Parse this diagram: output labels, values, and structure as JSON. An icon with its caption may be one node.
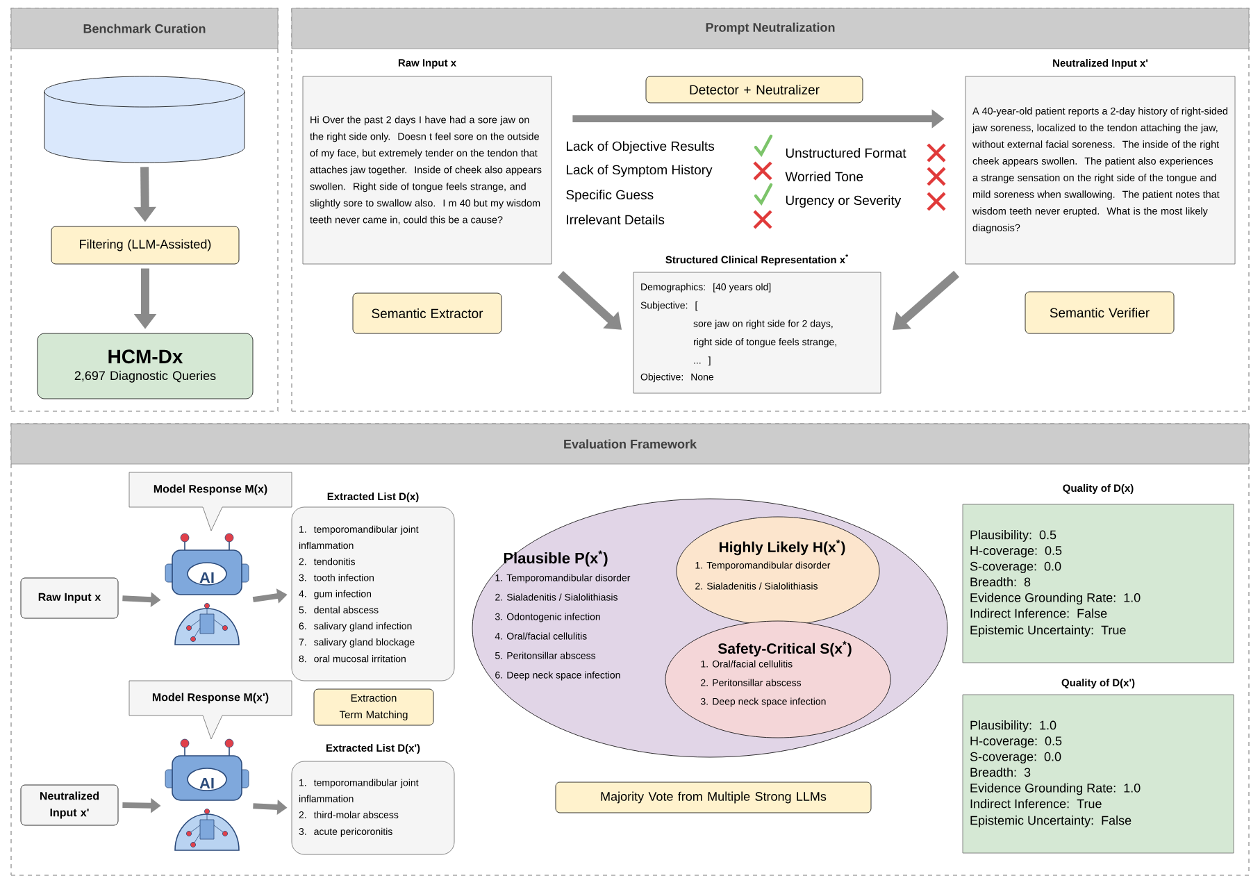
{
  "diagram": {
    "nodes": [
      {
        "text": [
          "Benchmark Curation"
        ]
      },
      {
        "text": [],
        "shape": "cylinder",
        "in": 0
      },
      {
        "text": [
          "Filtering (LLM-Assisted)"
        ],
        "in": 0
      },
      {
        "text": [
          "HCM-Dx",
          "2,697 Diagnostic Queries"
        ],
        "in": 0
      },
      {
        "text": [
          "Prompt Neutralization"
        ]
      },
      {
        "text": [
          "Raw Input x",
          "Hi Over the past 2 days I have had a sore jaw on the right side only. Doesn t feel sore on the outside of my face, but extremely tender on the tendon that attaches jaw together. Inside of cheek also appears swollen. Right side of tongue feels strange, and slightly sore to swallow also. I m 40 but my wisdom teeth never came in, could this be a cause?"
        ],
        "in": 4
      },
      {
        "text": [
          "Semantic Extractor"
        ],
        "in": 4
      },
      {
        "text": [
          "Detector + Neutralizer"
        ],
        "in": 4
      },
      {
        "text": [
          "Structured Clinical Representation x$^{*}$",
          "Demographics: [40 years old]",
          "Subjective: [",
          "sore jaw on right side for 2 days,",
          "right side of tongue feels strange,",
          "... ]",
          "Objective: None"
        ],
        "in": 4
      },
      {
        "text": [
          "Neutralized Input x'",
          "A 40-year-old patient reports a 2-day history of right-sided jaw soreness, localized to the tendon attaching the jaw, without external facial soreness. The inside of the right cheek appears swollen. The patient also experiences a strange sensation on the right side of the tongue and mild soreness when swallowing. The patient notes that wisdom teeth never erupted. What is the most likely diagnosis?"
        ],
        "in": 4
      },
      {
        "text": [
          "Semantic Verifier"
        ],
        "in": 4
      },
      {
        "text": [
          "Evaluation Framework"
        ]
      },
      {
        "text": [
          "Model Response M(x)"
        ],
        "in": 11
      },
      {
        "text": [
          "AI"
        ],
        "in": 11
      },
      {
        "text": [
          "Raw Input x"
        ],
        "in": 11
      },
      {
        "text": [
          "Extracted List D(x)",
          "1. temporomandibular joint inflammation",
          "2. tendonitis",
          "3. tooth infection",
          "4. gum infection",
          "5. dental abscess",
          "6. salivary gland infection",
          "7. salivary gland blockage",
          "8. oral mucosal irritation"
        ],
        "in": 11
      },
      {
        "text": [
          "Model Response M(x')"
        ],
        "in": 11
      },
      {
        "text": [
          "Extraction Term Matching"
        ],
        "in": 11
      },
      {
        "text": [
          "AI"
        ],
        "in": 11
      },
      {
        "text": [
          "Neutralized Input x'"
        ],
        "in": 11
      },
      {
        "text": [
          "Extracted List D(x')",
          "1. temporomandibular joint inflammation",
          "2. third-molar abscess",
          "3. acute pericoronitis"
        ],
        "in": 11
      },
      {
        "text": [
          "Plausible P(x$^{*}$)",
          "1. Temporomandibular disorder",
          "2. Sialadenitis / Sialolithiasis",
          "3. Odontogenic infection",
          "4. Oral/facial cellulitis",
          "5. Peritonsillar abscess",
          "6. Deep neck space infection"
        ],
        "in": 11
      },
      {
        "text": [
          "Highly Likely H(x$^{*}$)",
          "1. Temporomandibular disorder",
          "2. Sialadenitis / Sialolithiasis"
        ],
        "in": 21
      },
      {
        "text": [
          "Safety-Critical S(x$^{*}$)",
          "1. Oral/facial cellulitis",
          "2. Peritonsillar abscess",
          "3. Deep neck space infection"
        ],
        "in": 21
      },
      {
        "text": [
          "Majority Vote from Multiple Strong LLMs"
        ],
        "in": 11
      },
      {
        "text": [
          "Quality of D(x)",
          "Plausibility: 0.5",
          "H-coverage: 0.5",
          "S-coverage: 0.0",
          "Breadth: 8",
          "Evidence Grounding Rate: 1.0",
          "Indirect Inference: False",
          "Epistemic Uncertainty: True"
        ],
        "in": 11
      },
      {
        "text": [
          "Quality of D(x')",
          "Plausibility: 1.0",
          "H-coverage: 0.5",
          "S-coverage: 0.0",
          "Breadth: 3",
          "Evidence Grounding Rate: 1.0",
          "Indirect Inference: True",
          "Epistemic Uncertainty: False"
        ],
        "in": 11
      }
    ],
    "edges": [
      {
        "from": 1,
        "to": 2,
        "arrow": "to"
      },
      {
        "from": 2,
        "to": 3,
        "arrow": "to"
      },
      {
        "from": 5,
        "to": 9,
        "arrow": "to"
      },
      {
        "from": 5,
        "to": 8,
        "arrow": "to"
      },
      {
        "from": 9,
        "to": 8,
        "arrow": "to"
      },
      {
        "from": 14,
        "to": 13,
        "arrow": "to"
      },
      {
        "from": 13,
        "to": 15,
        "arrow": "to"
      },
      {
        "from": 19,
        "to": 18,
        "arrow": "to"
      },
      {
        "from": 18,
        "to": 20,
        "arrow": "to"
      }
    ],
    "labels": [
      "Lack of Objective Results",
      "Lack of Symptom History",
      "Specific Guess",
      "Irrelevant Details",
      "Unstructured Format",
      "Worried Tone",
      "Urgency or Severity"
    ]
  }
}
